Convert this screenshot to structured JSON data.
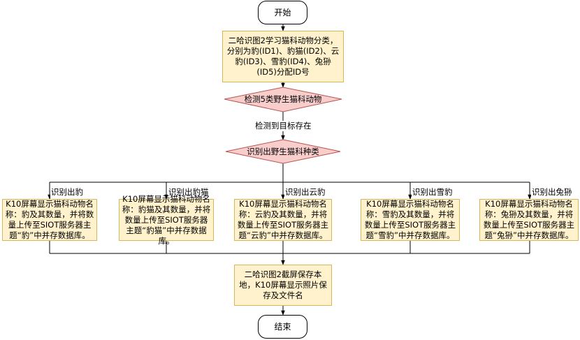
{
  "start": "开始",
  "step1": "二哈识图2学习猫科动物分类，分别为豹(ID1)、豹猫(ID2)、云豹(ID3)、雪豹(ID4)、兔狲(ID5)分配ID号",
  "decision1": "检测5类野生猫科动物",
  "edge_detected": "检测到目标存在",
  "decision2": "识别出野生猫科种类",
  "branches": [
    {
      "label": "识别出豹",
      "text": "K10屏幕显示猫科动物名称：豹及其数量，并将数量上传至SIOT服务器主题“豹”中并存数据库。"
    },
    {
      "label": "识别出豹猫",
      "text": "K10屏幕显示猫科动物名称：豹猫及其数量，并将数量上传至SIOT服务器主题“豹猫”中并存数据库。"
    },
    {
      "label": "识别出云豹",
      "text": "K10屏幕显示猫科动物名称：云豹及其数量，并将数量上传至SIOT服务器主题“云豹”中并存数据库。"
    },
    {
      "label": "识别出雪豹",
      "text": "K10屏幕显示猫科动物名称：雪豹及其数量，并将数量上传至SIOT服务器主题“雪豹”中并存数据库。"
    },
    {
      "label": "识别出兔狲",
      "text": "K10屏幕显示猫科动物名称：兔狲及其数量，并将数量上传至SIOT服务器主题“兔狲”中并存数据库。"
    }
  ],
  "step_final": "二哈识图2截屏保存本地，K10屏幕显示照片保存及文件名",
  "end": "结束"
}
